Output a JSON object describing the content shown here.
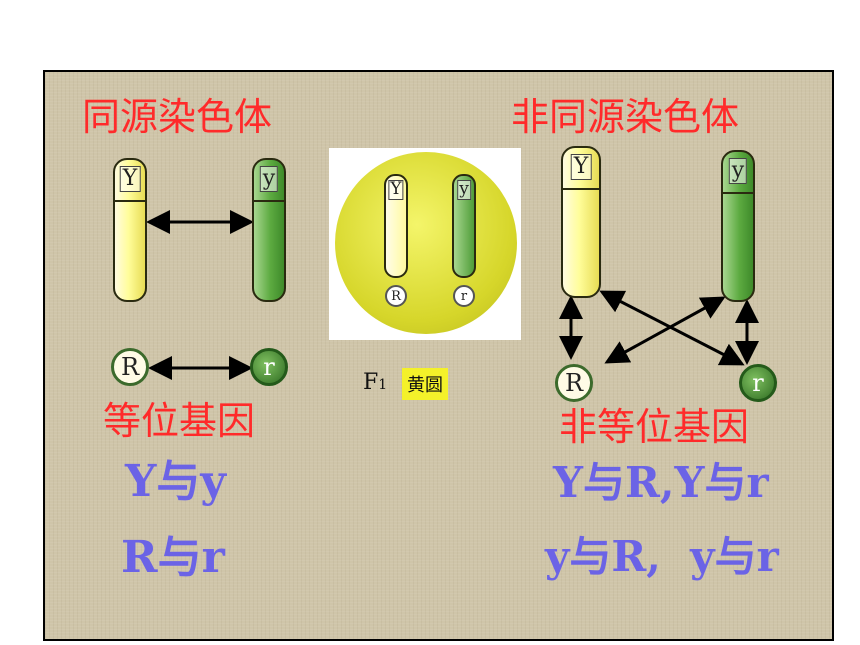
{
  "left": {
    "title": "同源染色体",
    "gene_pair_title": "等位基因",
    "pairs": [
      "Y与y",
      "R与r"
    ],
    "chrom_labels": [
      "Y",
      "y"
    ],
    "alleles": [
      "R",
      "r"
    ]
  },
  "center": {
    "chrom_labels": [
      "Y",
      "y"
    ],
    "alleles": [
      "R",
      "r"
    ],
    "f1_label": "F",
    "f1_sub": "1",
    "phenotype": "黄圆"
  },
  "right": {
    "title": "非同源染色体",
    "gene_pair_title": "非等位基因",
    "pairs": [
      "Y与R,Y与r",
      "y与R,  y与r"
    ],
    "chrom_labels": [
      "Y",
      "y"
    ],
    "alleles": [
      "R",
      "r"
    ]
  }
}
